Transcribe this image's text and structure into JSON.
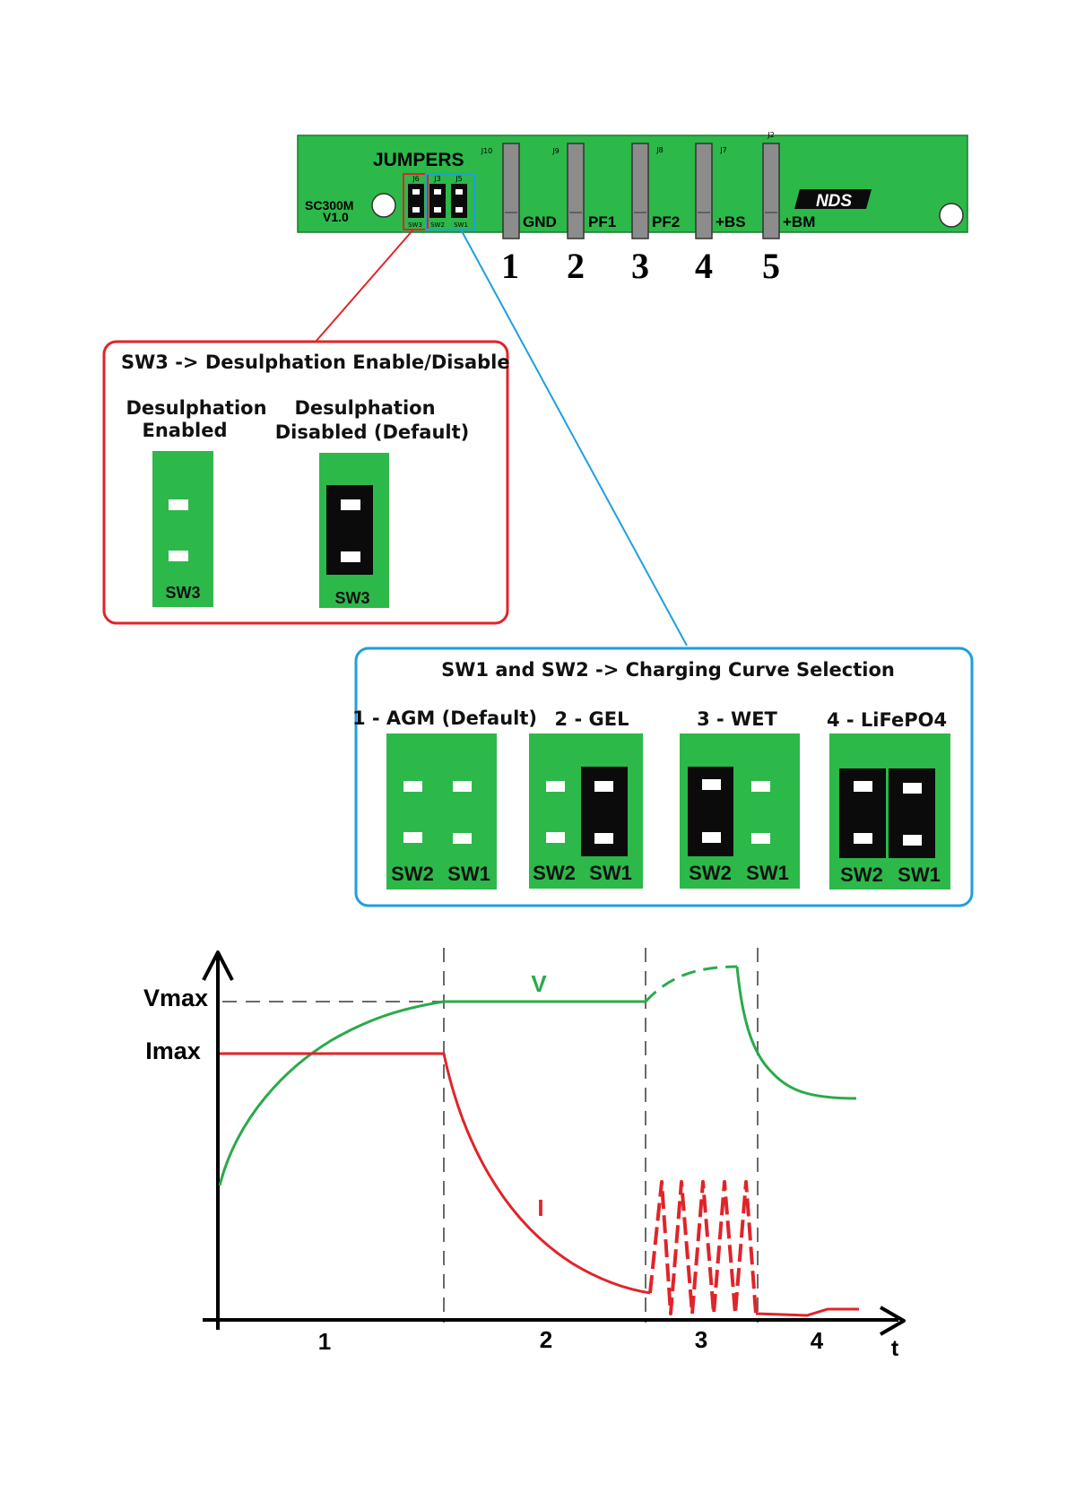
{
  "colors": {
    "board_green": "#2db84a",
    "jumper_black": "#0b0b0b",
    "callout_red": "#e0242a",
    "callout_blue": "#1e9fe0",
    "voltage_green": "#2aaa4a",
    "current_red": "#e0242a",
    "guide_gray": "#6a6a6a"
  },
  "board": {
    "jumpers_title": "JUMPERS",
    "model": "SC300M",
    "version": "V1.0",
    "brand": "NDS",
    "jumper_refs": [
      "J6",
      "J3",
      "J5"
    ],
    "switch_labels": [
      "SW3",
      "SW2",
      "SW1"
    ],
    "connector_refs": [
      "J10",
      "J9",
      "J8",
      "J7",
      "J2"
    ],
    "terminal_labels": [
      "GND",
      "PF1",
      "PF2",
      "+BS",
      "+BM"
    ],
    "terminal_numbers": [
      "1",
      "2",
      "3",
      "4",
      "5"
    ]
  },
  "sw3_panel": {
    "title": "SW3 -> Desulphation Enable/Disable",
    "options": [
      {
        "label_line1": "Desulphation",
        "label_line2": "Enabled",
        "switch_label": "SW3",
        "jumper_on": false
      },
      {
        "label_line1": "Desulphation",
        "label_line2": "Disabled (Default)",
        "switch_label": "SW3",
        "jumper_on": true
      }
    ]
  },
  "curve_panel": {
    "title": "SW1 and SW2 -> Charging Curve Selection",
    "options": [
      {
        "label": "1 - AGM (Default)",
        "sw2": "SW2",
        "sw1": "SW1",
        "sw2_on": false,
        "sw1_on": false
      },
      {
        "label": "2 - GEL",
        "sw2": "SW2",
        "sw1": "SW1",
        "sw2_on": false,
        "sw1_on": true
      },
      {
        "label": "3 - WET",
        "sw2": "SW2",
        "sw1": "SW1",
        "sw2_on": true,
        "sw1_on": false
      },
      {
        "label": "4 - LiFePO4",
        "sw2": "SW2",
        "sw1": "SW1",
        "sw2_on": true,
        "sw1_on": true
      }
    ]
  },
  "graph": {
    "y_labels": [
      "Vmax",
      "Imax"
    ],
    "x_axis_label": "t",
    "phase_labels": [
      "1",
      "2",
      "3",
      "4"
    ],
    "voltage_label": "V",
    "current_label": "I"
  }
}
